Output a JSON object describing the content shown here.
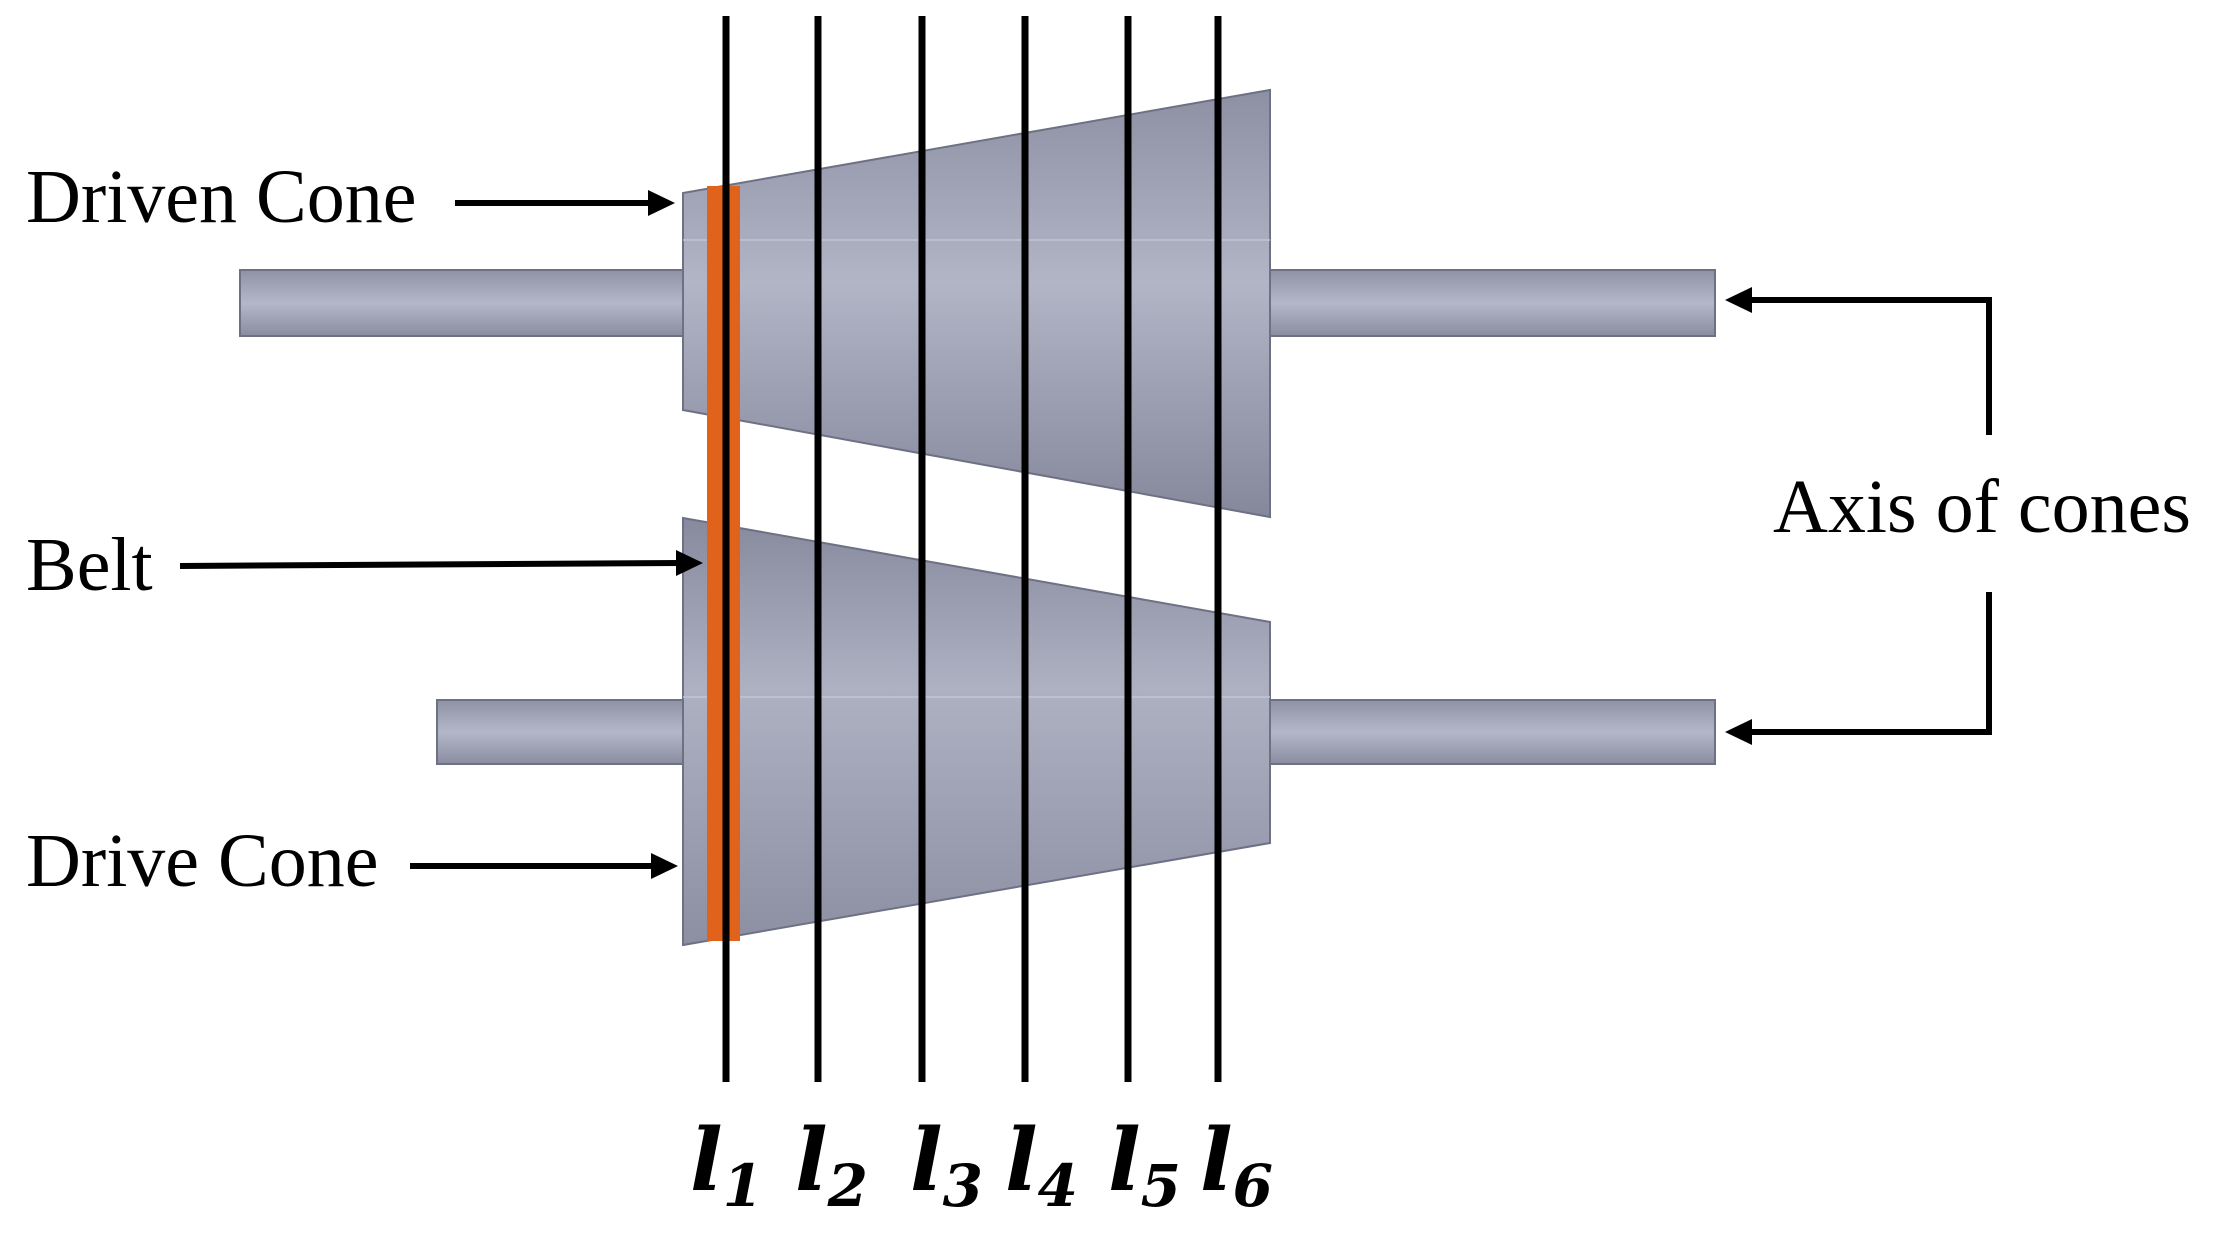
{
  "labels": {
    "driven_cone": "Driven Cone",
    "belt": "Belt",
    "drive_cone": "Drive Cone",
    "axis_of_cones": "Axis of cones"
  },
  "line_labels": [
    {
      "letter": "l",
      "sub": "1"
    },
    {
      "letter": "l",
      "sub": "2"
    },
    {
      "letter": "l",
      "sub": "3"
    },
    {
      "letter": "l",
      "sub": "4"
    },
    {
      "letter": "l",
      "sub": "5"
    },
    {
      "letter": "l",
      "sub": "6"
    }
  ],
  "colors": {
    "cone_fill": "#9c9fb1",
    "cone_edge": "#6e7183",
    "shaft_fill": "#a3a6b8",
    "belt": "#e0621b",
    "line": "#000000"
  }
}
